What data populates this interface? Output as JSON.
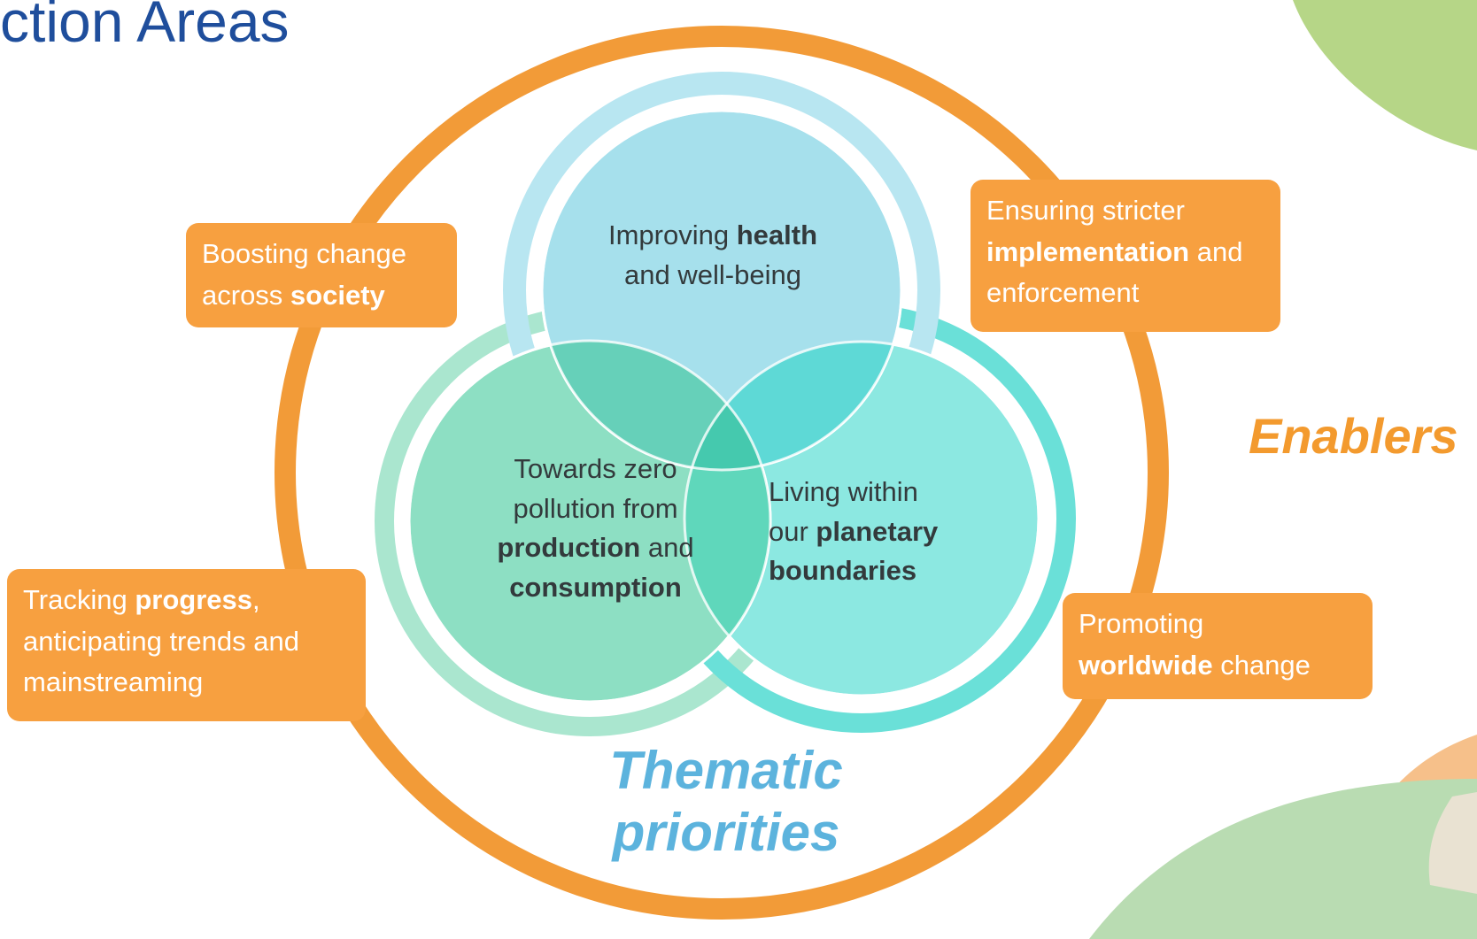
{
  "title": "ction Areas",
  "enablers": {
    "label": "Enablers",
    "items": [
      {
        "pre": "Boosting change across ",
        "bold": "society",
        "post": ""
      },
      {
        "pre": "Ensuring stricter ",
        "bold": "implementation",
        "post": " and enforcement"
      },
      {
        "pre": "Tracking ",
        "bold": "progress",
        "post": ", anticipating trends and mainstreaming"
      },
      {
        "pre": "Promoting ",
        "bold": "worldwide",
        "post": " change"
      }
    ]
  },
  "thematic_priorities": {
    "label_line1": "Thematic",
    "label_line2": "priorities",
    "health": {
      "pre": "Improving ",
      "bold": "health",
      "post": " and well-being"
    },
    "pollution": {
      "line1": "Towards zero",
      "line2": "pollution from",
      "bold1": "production",
      "mid": " and",
      "bold2": "consumption"
    },
    "planetary": {
      "line1": "Living within",
      "pre": "our ",
      "bold1": "planetary",
      "bold2": "boundaries"
    }
  },
  "colors": {
    "enabler_orange": "#f7a040",
    "outer_ring": "#f29b38",
    "title_blue": "#1f4e9c",
    "thematic_blue": "#5cb3dd",
    "health_fill": "#a6e0ec",
    "pollution_fill": "#8ddfc3",
    "planetary_fill": "#8ce8e1"
  }
}
